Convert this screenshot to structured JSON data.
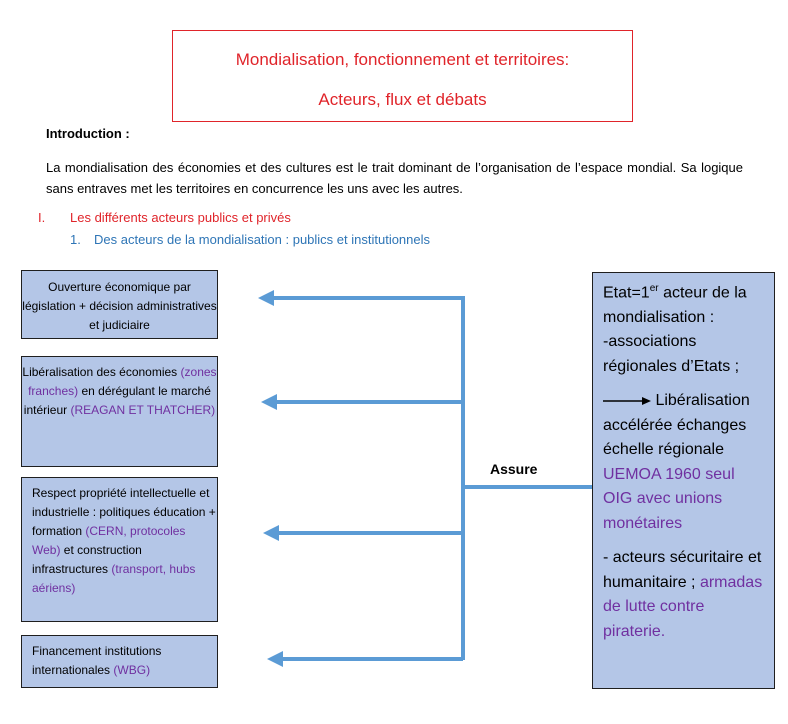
{
  "title": {
    "line1": "Mondialisation, fonctionnement  et territoires:",
    "line2": "Acteurs, flux et débats"
  },
  "intro": {
    "heading": "Introduction :",
    "paragraph": "La mondialisation des économies et des cultures est le trait dominant de l’organisation de l’espace mondial. Sa logique sans entraves met les territoires en concurrence les uns avec les autres."
  },
  "section": {
    "number": "I.",
    "title": "Les différents acteurs publics et privés",
    "subsection_number": "1.",
    "subsection_title": "Des acteurs de la mondialisation : publics et institutionnels"
  },
  "diagram": {
    "colors": {
      "box_fill": "#b4c6e7",
      "arrow": "#5b9bd5",
      "highlight": "#7030a0"
    },
    "connector_label": "Assure",
    "left_boxes": {
      "box1": {
        "text": "Ouverture économique par législation + décision administratives et judiciaire"
      },
      "box2": {
        "text1": "Libéralisation des économies",
        "highlight1": "(zones franches)",
        "text2": "en dérégulant le marché intérieur",
        "highlight2": "(REAGAN ET THATCHER)"
      },
      "box3": {
        "text1": "Respect propriété intellectuelle et industrielle : politiques éducation + formation",
        "highlight1": "(CERN, protocoles Web)",
        "text2": "et construction infrastructures",
        "highlight2": "(transport, hubs aériens)"
      },
      "box4": {
        "text1": "Financement institutions internationales",
        "highlight1": "(WBG)"
      }
    },
    "right_box": {
      "line1_pre": "Etat=1",
      "line1_sup": "er",
      "line1_post": "acteur de la mondialisation :",
      "line2": "-associations régionales d’Etats ;",
      "line3": "Libéralisation accélérée échanges échelle régionale",
      "line3_highlight": "UEMOA 1960 seul OIG avec unions monétaires",
      "line4": "- acteurs sécuritaire et humanitaire ;",
      "line4_highlight": "armadas de lutte contre piraterie."
    }
  }
}
